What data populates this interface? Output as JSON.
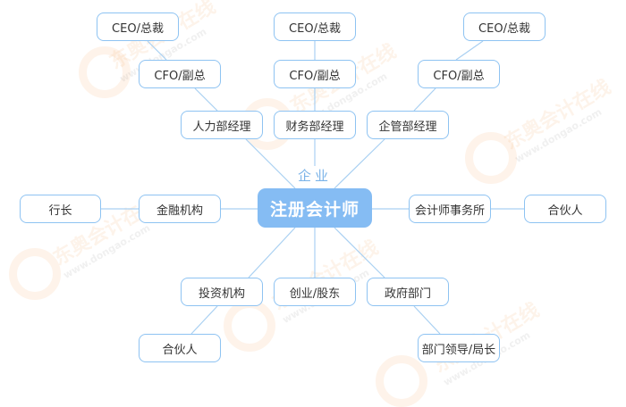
{
  "diagram": {
    "center": {
      "label": "注册会计师"
    },
    "branch_label": "企业",
    "enterprise": {
      "left_chain": {
        "level1": "人力部经理",
        "level2": "CFO/副总",
        "level3": "CEO/总裁"
      },
      "mid_chain": {
        "level1": "财务部经理",
        "level2": "CFO/副总",
        "level3": "CEO/总裁"
      },
      "right_chain": {
        "level1": "企管部经理",
        "level2": "CFO/副总",
        "level3": "CEO/总裁"
      }
    },
    "left": {
      "level1": "金融机构",
      "level2": "行长"
    },
    "right": {
      "level1": "会计师事务所",
      "level2": "合伙人"
    },
    "bottom": {
      "investment": {
        "level1": "投资机构",
        "level2": "合伙人"
      },
      "startup": {
        "level1": "创业/股东"
      },
      "government": {
        "level1": "政府部门",
        "level2": "部门领导/局长"
      }
    },
    "colors": {
      "node_border": "#8ec3f2",
      "center_fill": "#85bcf3",
      "line": "#a9d0f2",
      "watermark": "#f5a55a"
    }
  },
  "watermark": {
    "text": "东奥会计在线",
    "url_text": "www.dongao.com"
  }
}
